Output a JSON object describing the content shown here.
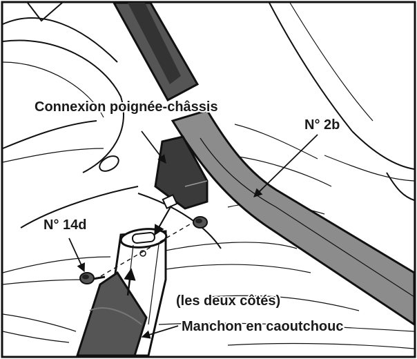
{
  "labels": {
    "connection": "Connexion poignée-châssis",
    "part_2b": "N° 2b",
    "part_14d": "N° 14d",
    "both_sides": "(les deux côtés)",
    "rubber_sleeve": "Manchon en caoutchouc"
  }
}
